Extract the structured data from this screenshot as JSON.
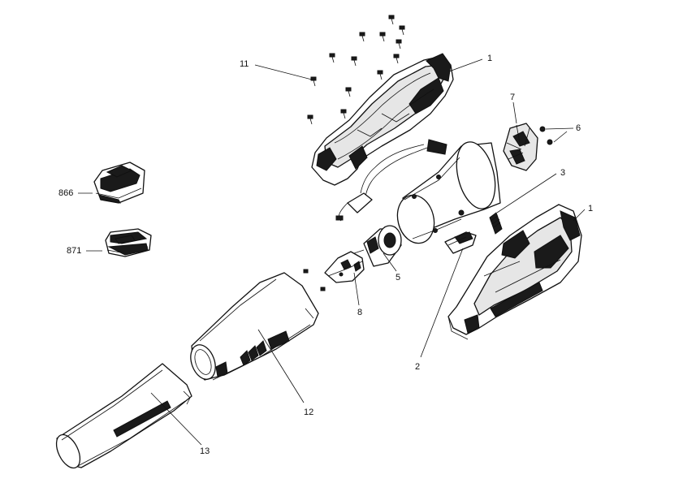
{
  "diagram": {
    "callouts": {
      "c1a": "1",
      "c1b": "1",
      "c2": "2",
      "c3": "3",
      "c5": "5",
      "c6": "6",
      "c7": "7",
      "c8": "8",
      "c11": "11",
      "c12": "12",
      "c13": "13",
      "c866": "866",
      "c871": "871"
    }
  }
}
